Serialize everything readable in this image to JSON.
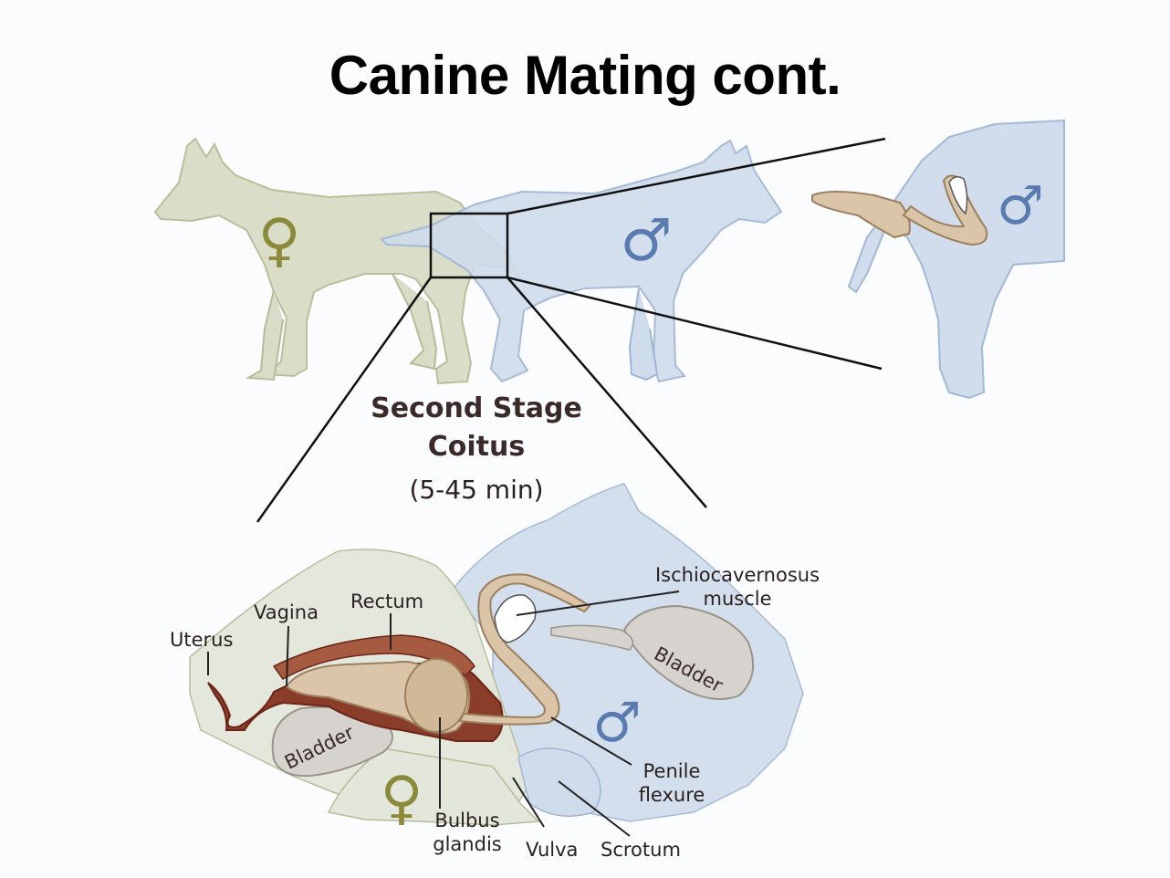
{
  "title": "Canine Mating cont.",
  "stage": {
    "title_line1": "Second Stage",
    "title_line2": "Coitus",
    "duration": "(5-45 min)"
  },
  "labels": {
    "uterus": "Uterus",
    "vagina": "Vagina",
    "rectum": "Rectum",
    "ischio_line1": "Ischiocavernosus",
    "ischio_line2": "muscle",
    "bladder_male": "Bladder",
    "bladder_female": "Bladder",
    "penile_line1": "Penile",
    "penile_line2": "flexure",
    "bulbus_line1": "Bulbus",
    "bulbus_line2": "glandis",
    "vulva": "Vulva",
    "scrotum": "Scrotum"
  },
  "symbols": {
    "female": "♀",
    "male": "♂"
  },
  "colors": {
    "female_fill": "#d9ddc7",
    "female_stroke": "#b7bc96",
    "female_symbol": "#8a8a3a",
    "male_fill": "#cfdcec",
    "male_stroke": "#9fb5d3",
    "male_symbol": "#5a7bb0",
    "organ_fill": "#dbc5a8",
    "organ_stroke": "#9b7f5e",
    "tract": "#7a3322",
    "bladder": "#d6d2cd"
  }
}
